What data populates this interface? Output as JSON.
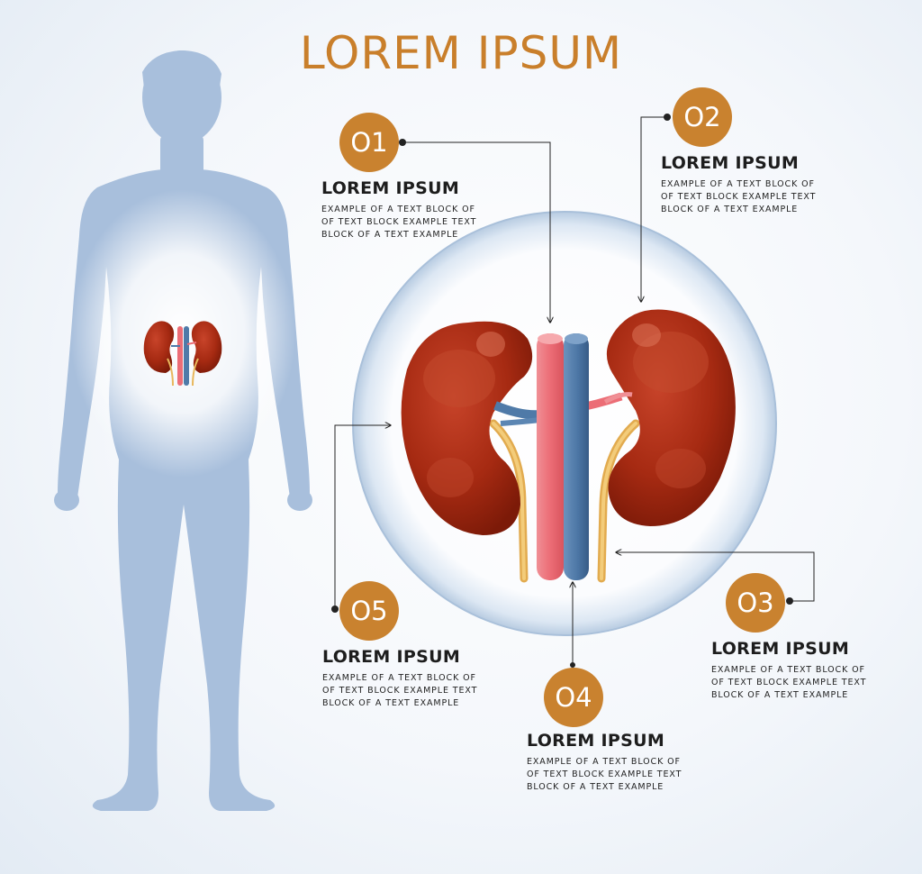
{
  "title": "LOREM IPSUM",
  "callouts": [
    {
      "num": "O1",
      "heading": "LOREM IPSUM",
      "lines": [
        "EXAMPLE OF A TEXT BLOCK OF",
        "OF TEXT BLOCK EXAMPLE TEXT",
        "BLOCK OF A TEXT EXAMPLE"
      ]
    },
    {
      "num": "O2",
      "heading": "LOREM IPSUM",
      "lines": [
        "EXAMPLE OF A TEXT BLOCK OF",
        "OF TEXT BLOCK EXAMPLE TEXT",
        "BLOCK OF A TEXT EXAMPLE"
      ]
    },
    {
      "num": "O3",
      "heading": "LOREM IPSUM",
      "lines": [
        "EXAMPLE OF A TEXT BLOCK OF",
        "OF TEXT BLOCK EXAMPLE TEXT",
        "BLOCK OF A TEXT EXAMPLE"
      ]
    },
    {
      "num": "O4",
      "heading": "LOREM IPSUM",
      "lines": [
        "EXAMPLE OF A TEXT BLOCK OF",
        "OF TEXT BLOCK EXAMPLE TEXT",
        "BLOCK OF A TEXT EXAMPLE"
      ]
    },
    {
      "num": "O5",
      "heading": "LOREM IPSUM",
      "lines": [
        "EXAMPLE OF A TEXT BLOCK OF",
        "OF TEXT BLOCK EXAMPLE TEXT",
        "BLOCK OF A TEXT EXAMPLE"
      ]
    }
  ],
  "colors": {
    "accent": "#c9822f",
    "body_silhouette": "#a8bfdc",
    "kidney": "#a8280f",
    "artery": "#ea7078",
    "vein": "#4f7aa8",
    "ureter": "#e8b75c"
  }
}
